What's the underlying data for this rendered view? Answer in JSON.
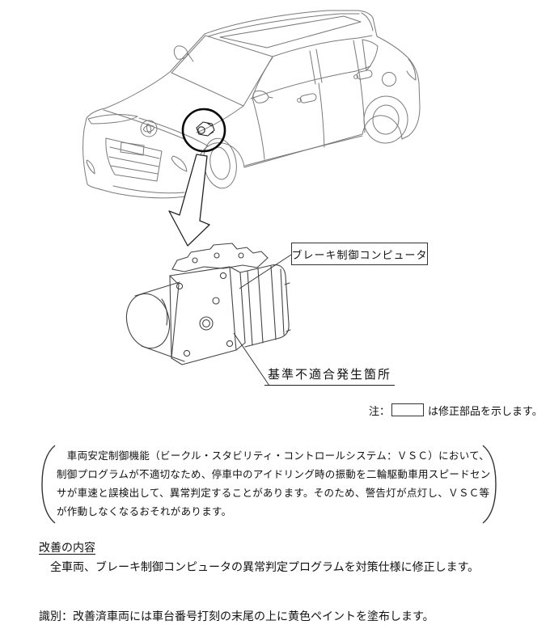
{
  "document": {
    "background": "#ffffff",
    "text_color": "#111111",
    "line_art_color": "#7a7a7a",
    "illustration": {
      "vehicle_drawing": "hatchback-car-front-three-quarter-line-art",
      "component_drawing": "brake-actuator-abs-unit-line-art",
      "marker": "location-circle-with-hollow-down-arrow",
      "component_callout": "ブレーキ制御コンピュータ",
      "defect_location_label": "基準不適合発生箇所",
      "note_prefix": "注：",
      "note_suffix": "は修正部品を示します。",
      "note_symbol": "empty-box-means-repaired-part"
    },
    "defect_description": {
      "lines": [
        "　車両安定制御機能（ビークル・スタビリティ・コントロールシステム：ＶＳＣ）において、",
        "制御プログラムが不適切なため、停車中のアイドリング時の振動を二輪駆動車用スピードセン",
        "サが車速と誤検出して、異常判定することがあります。そのため、警告灯が点灯し、ＶＳＣ等",
        "が作動しなくなるおそれがあります。"
      ]
    },
    "improvement": {
      "heading": "改善の内容",
      "body": "　全車両、ブレーキ制御コンピュータの異常判定プログラムを対策仕様に修正します。"
    },
    "identification": {
      "text": "識別：改善済車両には車台番号打刻の末尾の上に黄色ペイントを塗布します。"
    }
  }
}
